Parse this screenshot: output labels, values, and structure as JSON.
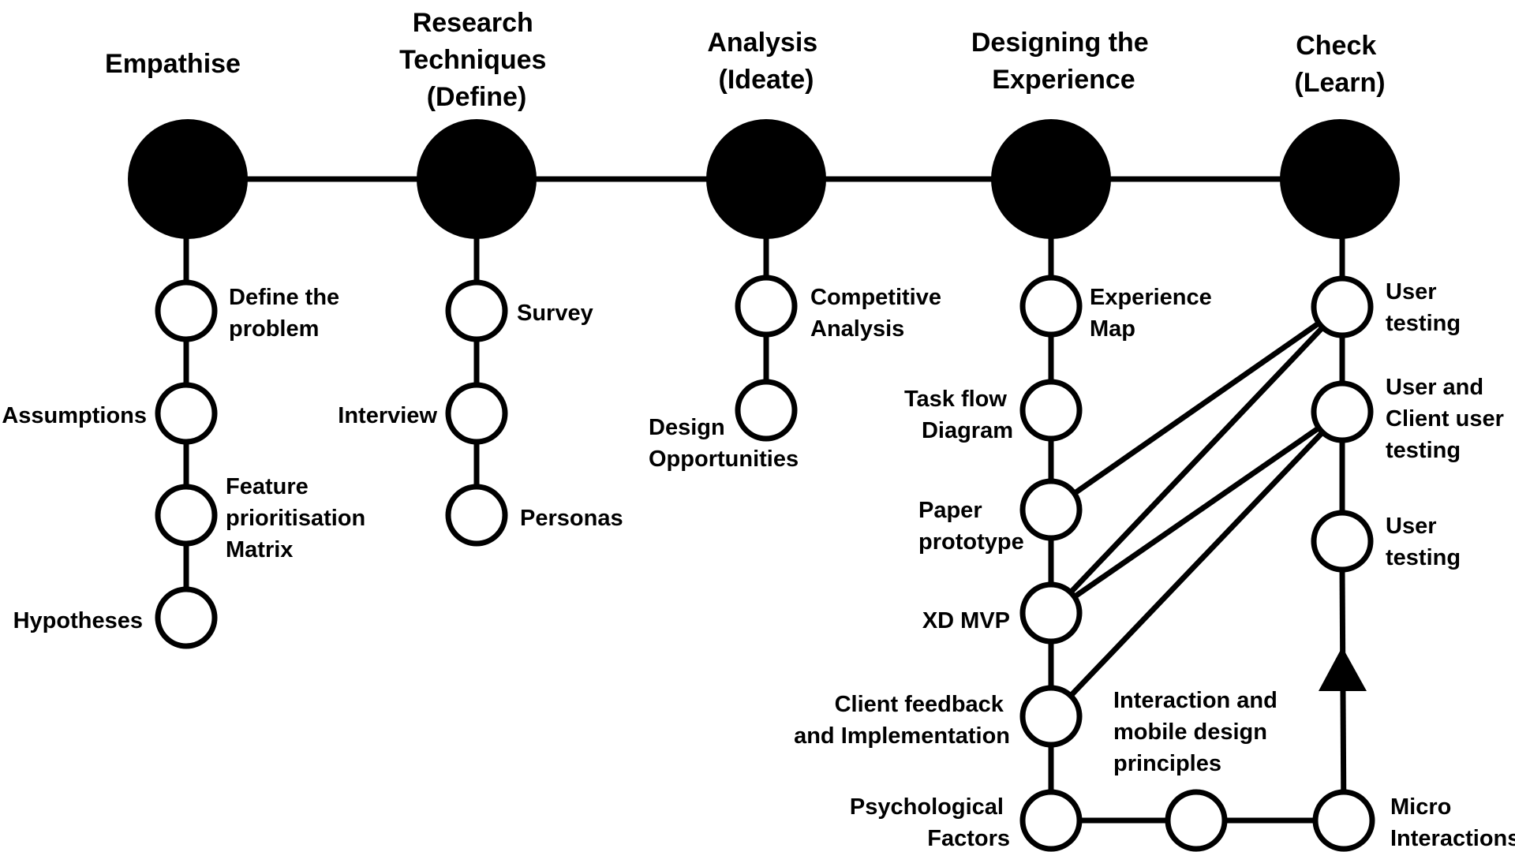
{
  "colors": {
    "line": "#000000",
    "node_fill": "#ffffff",
    "stage_fill": "#000000",
    "background": "#ffffff"
  },
  "phases": [
    {
      "id": "empathise",
      "title": [
        "Empathise"
      ]
    },
    {
      "id": "define",
      "title": [
        "Research",
        "Techniques",
        "(Define)"
      ]
    },
    {
      "id": "ideate",
      "title": [
        "Analysis",
        "(Ideate)"
      ]
    },
    {
      "id": "design",
      "title": [
        "Designing the",
        "Experience"
      ]
    },
    {
      "id": "learn",
      "title": [
        "Check",
        "(Learn)"
      ]
    }
  ],
  "nodes": {
    "define_problem": [
      "Define the",
      "problem"
    ],
    "assumptions": [
      "Assumptions"
    ],
    "feature_matrix": [
      "Feature",
      "prioritisation",
      "Matrix"
    ],
    "hypotheses": [
      "Hypotheses"
    ],
    "survey": [
      "Survey"
    ],
    "interview": [
      "Interview"
    ],
    "personas": [
      "Personas"
    ],
    "competitive_analysis": [
      "Competitive",
      "Analysis"
    ],
    "design_opportunities": [
      "Design",
      "Opportunities"
    ],
    "experience_map": [
      "Experience",
      "Map"
    ],
    "task_flow": [
      "Task flow",
      "Diagram"
    ],
    "paper_prototype": [
      "Paper",
      "prototype"
    ],
    "xd_mvp": [
      "XD MVP"
    ],
    "client_feedback": [
      "Client feedback",
      "and Implementation"
    ],
    "psychological_factors": [
      "Psychological",
      "Factors"
    ],
    "interaction_principles": [
      "Interaction and",
      "mobile design",
      "principles"
    ],
    "micro_interactions": [
      "Micro",
      "Interactions"
    ],
    "user_testing_1": [
      "User",
      "testing"
    ],
    "user_client_testing": [
      "User and",
      "Client user",
      "testing"
    ],
    "user_testing_2": [
      "User",
      "testing"
    ]
  }
}
